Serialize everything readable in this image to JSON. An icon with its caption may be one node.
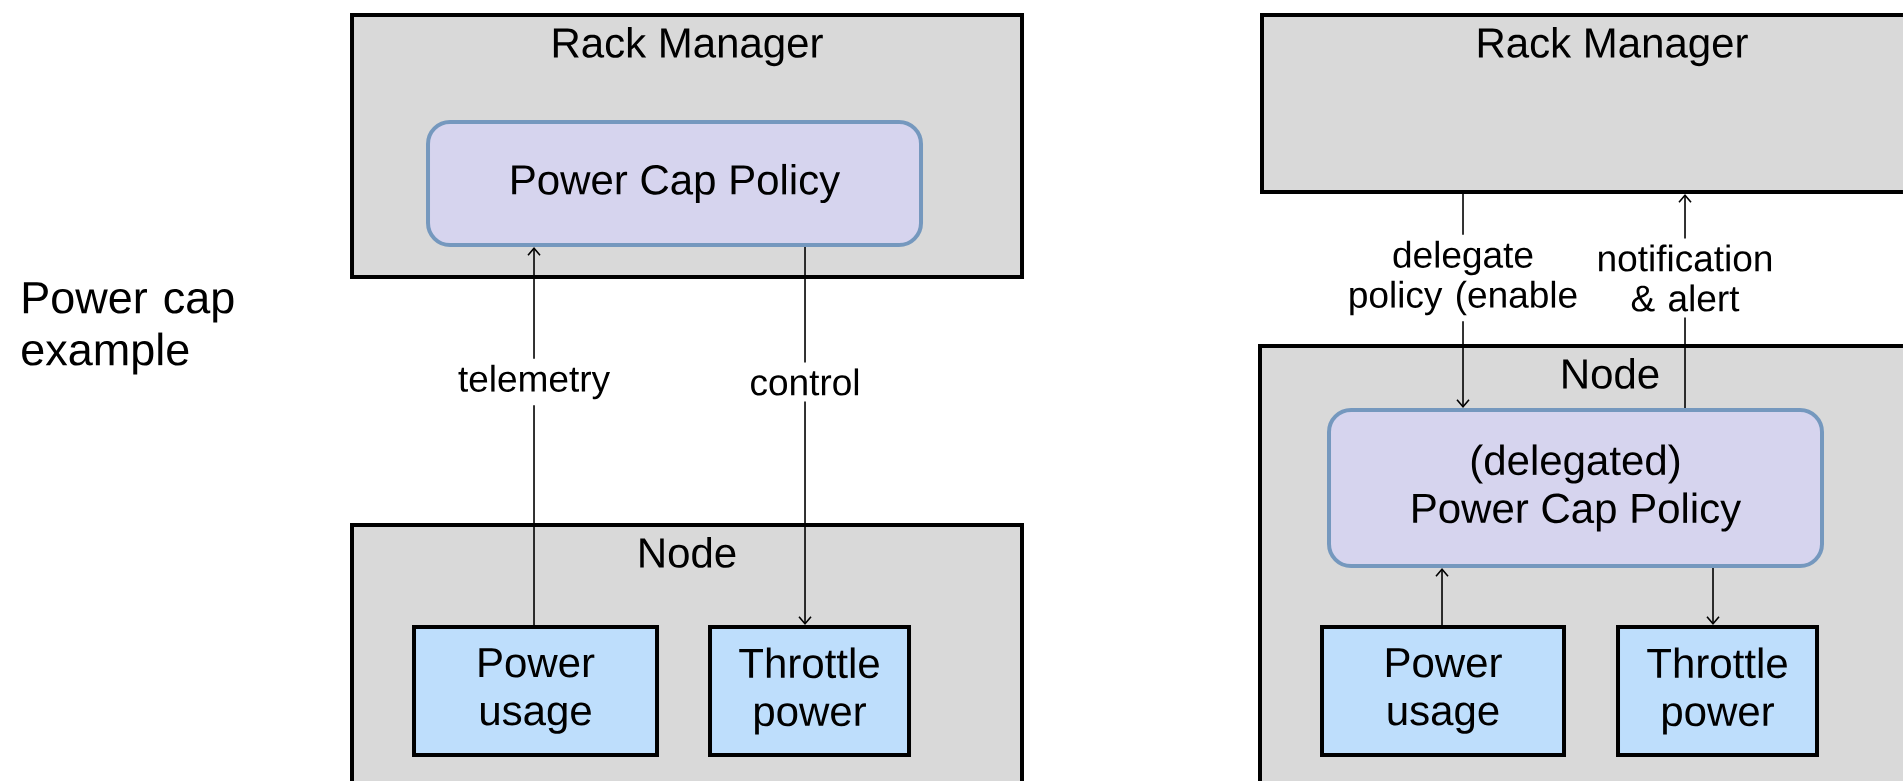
{
  "diagram": {
    "nodes": [
      {
        "text": [
          "Rack Manager"
        ]
      },
      {
        "text": [
          "Power Cap Policy"
        ],
        "in": 0
      },
      {
        "text": [
          "Node"
        ]
      },
      {
        "text": [
          "Power usage"
        ],
        "in": 2
      },
      {
        "text": [
          "Throttle power"
        ],
        "in": 2
      },
      {
        "text": [
          "Rack Manager"
        ]
      },
      {
        "text": [
          "Node"
        ]
      },
      {
        "text": [
          "(delegated) Power Cap Policy"
        ],
        "in": 6
      },
      {
        "text": [
          "Power usage"
        ],
        "in": 6
      },
      {
        "text": [
          "Throttle power"
        ],
        "in": 6
      }
    ],
    "edges": [
      {
        "from": 3,
        "to": 1,
        "arrow": "to",
        "label": "telemetry"
      },
      {
        "from": 1,
        "to": 4,
        "arrow": "to",
        "label": "control"
      },
      {
        "from": 5,
        "to": 7,
        "arrow": "to",
        "label": "delegate policy (enable"
      },
      {
        "from": 7,
        "to": 5,
        "arrow": "to",
        "label": "notification & alert"
      },
      {
        "from": 8,
        "to": 7,
        "arrow": "to"
      },
      {
        "from": 7,
        "to": 9,
        "arrow": "to"
      }
    ],
    "labels": [
      "Power cap example"
    ]
  }
}
